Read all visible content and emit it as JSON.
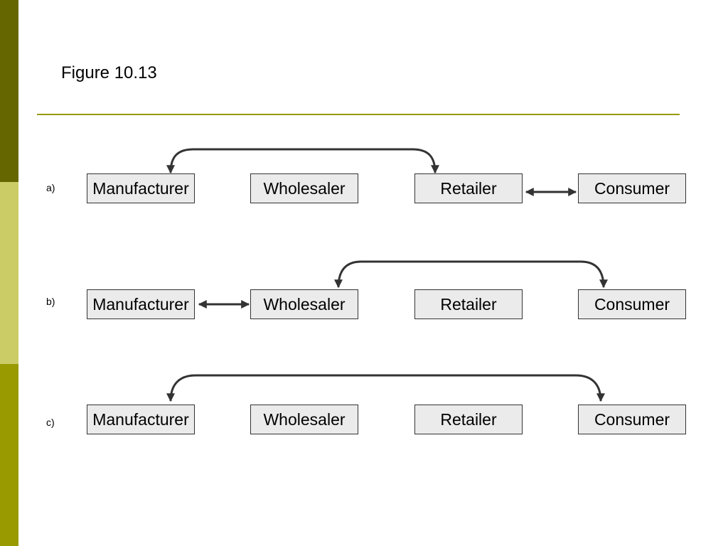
{
  "title": "Figure 10.13",
  "colors": {
    "stripe_top": "#666600",
    "stripe_middle": "#cccc66",
    "stripe_bottom": "#999900",
    "rule": "#999900",
    "box_fill": "#ebebeb",
    "arrow": "#333333"
  },
  "rows": [
    {
      "label": "a)",
      "nodes": [
        "Manufacturer",
        "Wholesaler",
        "Retailer",
        "Consumer"
      ],
      "arc": {
        "from": "Manufacturer",
        "to": "Retailer"
      },
      "double_arrow": {
        "between": [
          "Retailer",
          "Consumer"
        ]
      }
    },
    {
      "label": "b)",
      "nodes": [
        "Manufacturer",
        "Wholesaler",
        "Retailer",
        "Consumer"
      ],
      "arc": {
        "from": "Wholesaler",
        "to": "Consumer"
      },
      "double_arrow": {
        "between": [
          "Manufacturer",
          "Wholesaler"
        ]
      }
    },
    {
      "label": "c)",
      "nodes": [
        "Manufacturer",
        "Wholesaler",
        "Retailer",
        "Consumer"
      ],
      "arc": {
        "from": "Manufacturer",
        "to": "Consumer"
      }
    }
  ]
}
